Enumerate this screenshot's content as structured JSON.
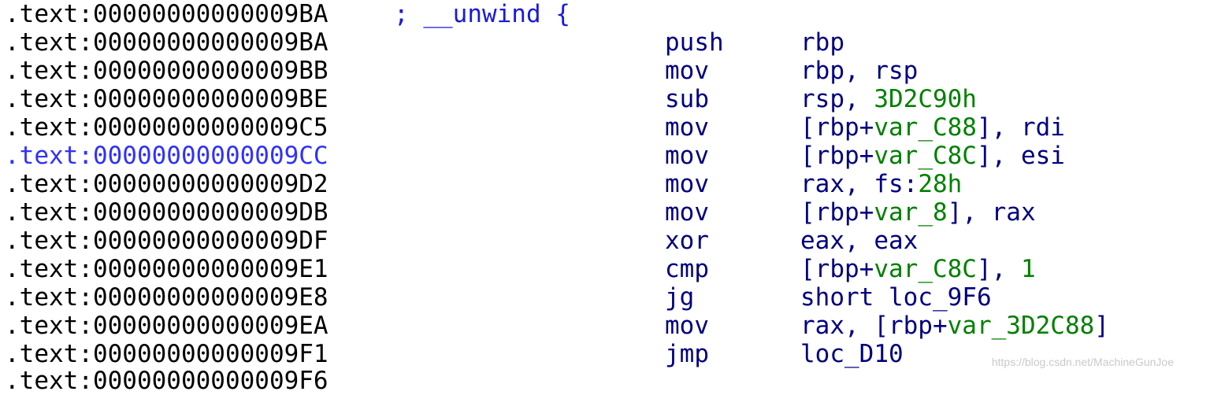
{
  "listing": {
    "lines": [
      {
        "address": ".text:00000000000009BA",
        "comment": "; __unwind {",
        "mnemonic": "",
        "operands": []
      },
      {
        "address": ".text:00000000000009BA",
        "comment": "",
        "mnemonic": "push",
        "operands": [
          {
            "t": "rbp",
            "k": "reg"
          }
        ]
      },
      {
        "address": ".text:00000000000009BB",
        "comment": "",
        "mnemonic": "mov",
        "operands": [
          {
            "t": "rbp, rsp",
            "k": "reg"
          }
        ]
      },
      {
        "address": ".text:00000000000009BE",
        "comment": "",
        "mnemonic": "sub",
        "operands": [
          {
            "t": "rsp, ",
            "k": "reg"
          },
          {
            "t": "3D2C90h",
            "k": "num"
          }
        ]
      },
      {
        "address": ".text:00000000000009C5",
        "comment": "",
        "mnemonic": "mov",
        "operands": [
          {
            "t": "[rbp+",
            "k": "punct"
          },
          {
            "t": "var_C88",
            "k": "var"
          },
          {
            "t": "], rdi",
            "k": "punct"
          }
        ]
      },
      {
        "address": ".text:00000000000009CC",
        "comment": "",
        "mnemonic": "mov",
        "selected": true,
        "operands": [
          {
            "t": "[rbp+",
            "k": "punct"
          },
          {
            "t": "var_C8C",
            "k": "var"
          },
          {
            "t": "], esi",
            "k": "punct"
          }
        ]
      },
      {
        "address": ".text:00000000000009D2",
        "comment": "",
        "mnemonic": "mov",
        "operands": [
          {
            "t": "rax, fs:",
            "k": "reg"
          },
          {
            "t": "28h",
            "k": "num"
          }
        ]
      },
      {
        "address": ".text:00000000000009DB",
        "comment": "",
        "mnemonic": "mov",
        "operands": [
          {
            "t": "[rbp+",
            "k": "punct"
          },
          {
            "t": "var_8",
            "k": "var"
          },
          {
            "t": "], rax",
            "k": "punct"
          }
        ]
      },
      {
        "address": ".text:00000000000009DF",
        "comment": "",
        "mnemonic": "xor",
        "operands": [
          {
            "t": "eax, eax",
            "k": "reg"
          }
        ]
      },
      {
        "address": ".text:00000000000009E1",
        "comment": "",
        "mnemonic": "cmp",
        "operands": [
          {
            "t": "[rbp+",
            "k": "punct"
          },
          {
            "t": "var_C8C",
            "k": "var"
          },
          {
            "t": "], ",
            "k": "punct"
          },
          {
            "t": "1",
            "k": "num"
          }
        ]
      },
      {
        "address": ".text:00000000000009E8",
        "comment": "",
        "mnemonic": "jg",
        "operands": [
          {
            "t": "short loc_9F6",
            "k": "ref"
          }
        ]
      },
      {
        "address": ".text:00000000000009EA",
        "comment": "",
        "mnemonic": "mov",
        "operands": [
          {
            "t": "rax, [rbp+",
            "k": "punct"
          },
          {
            "t": "var_3D2C88",
            "k": "var"
          },
          {
            "t": "]",
            "k": "punct"
          }
        ]
      },
      {
        "address": ".text:00000000000009F1",
        "comment": "",
        "mnemonic": "jmp",
        "operands": [
          {
            "t": "loc_D10",
            "k": "ref"
          }
        ]
      },
      {
        "address": ".text:00000000000009F6",
        "comment": "",
        "mnemonic": "",
        "operands": [],
        "clipped": true
      }
    ]
  },
  "watermark": "https://blog.csdn.net/MachineGunJoe",
  "colors": {
    "address": "#000000",
    "selected_address": "#3030ff",
    "instruction": "#000080",
    "numeric": "#008000",
    "comment": "#1a1adb",
    "background": "#ffffff"
  }
}
